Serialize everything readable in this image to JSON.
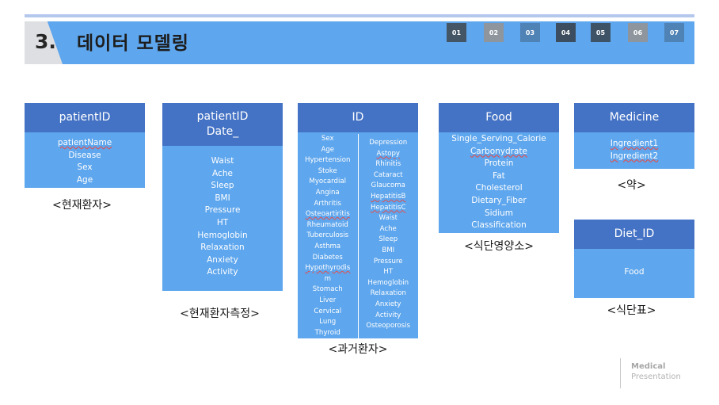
{
  "slide": {
    "number": "3.",
    "title": "데이터 모델링",
    "pages": [
      {
        "label": "01",
        "color": "#445566"
      },
      {
        "label": "02",
        "color": "#8e959c"
      },
      {
        "label": "03",
        "color": "#4f82b5"
      },
      {
        "label": "04",
        "color": "#3b4d5e"
      },
      {
        "label": "05",
        "color": "#3e5366"
      },
      {
        "label": "06",
        "color": "#8e959c"
      },
      {
        "label": "07",
        "color": "#4f82b5"
      }
    ]
  },
  "tables": {
    "current_patient": {
      "header": "patientID",
      "fields": [
        "patientName",
        "Disease",
        "Sex",
        "Age"
      ],
      "caption": "<현재환자>"
    },
    "current_measure": {
      "header_line1": "patientID",
      "header_line2": "Date_",
      "fields": [
        "Waist",
        "Ache",
        "Sleep",
        "BMI",
        "Pressure",
        "HT",
        "Hemoglobin",
        "Relaxation",
        "Anxiety",
        "Activity"
      ],
      "caption": "<현재환자측정>"
    },
    "past_patient": {
      "header": "ID",
      "left_fields": [
        "Sex",
        "Age",
        "Hypertension",
        "Stoke",
        "Myocardial",
        "Angina",
        "Arthritis",
        "Osteoartiritis",
        "Rheumatoid",
        "Tuberculosis",
        "Asthma",
        "Diabetes",
        "Hypothyrodis",
        "m",
        "Stomach",
        "Liver",
        "Cervical",
        "Lung",
        "Thyroid"
      ],
      "right_fields": [
        "Depression",
        "Astopy",
        "Rhinitis",
        "Cataract",
        "Glaucoma",
        "HepatitisB",
        "HepatitisC",
        "Waist",
        "Ache",
        "Sleep",
        "BMI",
        "Pressure",
        "HT",
        "Hemoglobin",
        "Relaxation",
        "Anxiety",
        "Activity",
        "Osteoporosis"
      ],
      "caption": "<과거환자>"
    },
    "food": {
      "header": "Food",
      "fields": [
        "Single_Serving_Calorie",
        "Carbonydrate",
        "Protein",
        "Fat",
        "Cholesterol",
        "Dietary_Fiber",
        "Sidium",
        "Classification"
      ],
      "caption": "<식단영양소>"
    },
    "medicine": {
      "header": "Medicine",
      "fields": [
        "Ingredient1",
        "Ingredient2"
      ],
      "caption": "<약>"
    },
    "diet": {
      "header": "Diet_ID",
      "fields": [
        "Food"
      ],
      "caption": "<식단표>"
    }
  },
  "footer": {
    "line1": "Medical",
    "line2": "Presentation"
  }
}
